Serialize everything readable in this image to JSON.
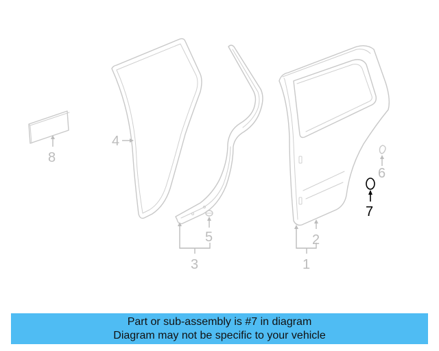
{
  "diagram": {
    "highlighted_part": "7",
    "callouts": [
      {
        "id": "1",
        "label": "1"
      },
      {
        "id": "2",
        "label": "2"
      },
      {
        "id": "3",
        "label": "3"
      },
      {
        "id": "4",
        "label": "4"
      },
      {
        "id": "5",
        "label": "5"
      },
      {
        "id": "6",
        "label": "6"
      },
      {
        "id": "7",
        "label": "7"
      },
      {
        "id": "8",
        "label": "8"
      }
    ],
    "colors": {
      "line_art": "#c8c8c8",
      "highlight": "#000000",
      "banner_bg": "#4fbcf3"
    }
  },
  "banner": {
    "line1": "Part or sub-assembly is #7 in diagram",
    "line2": "Diagram may not be specific to your vehicle"
  }
}
